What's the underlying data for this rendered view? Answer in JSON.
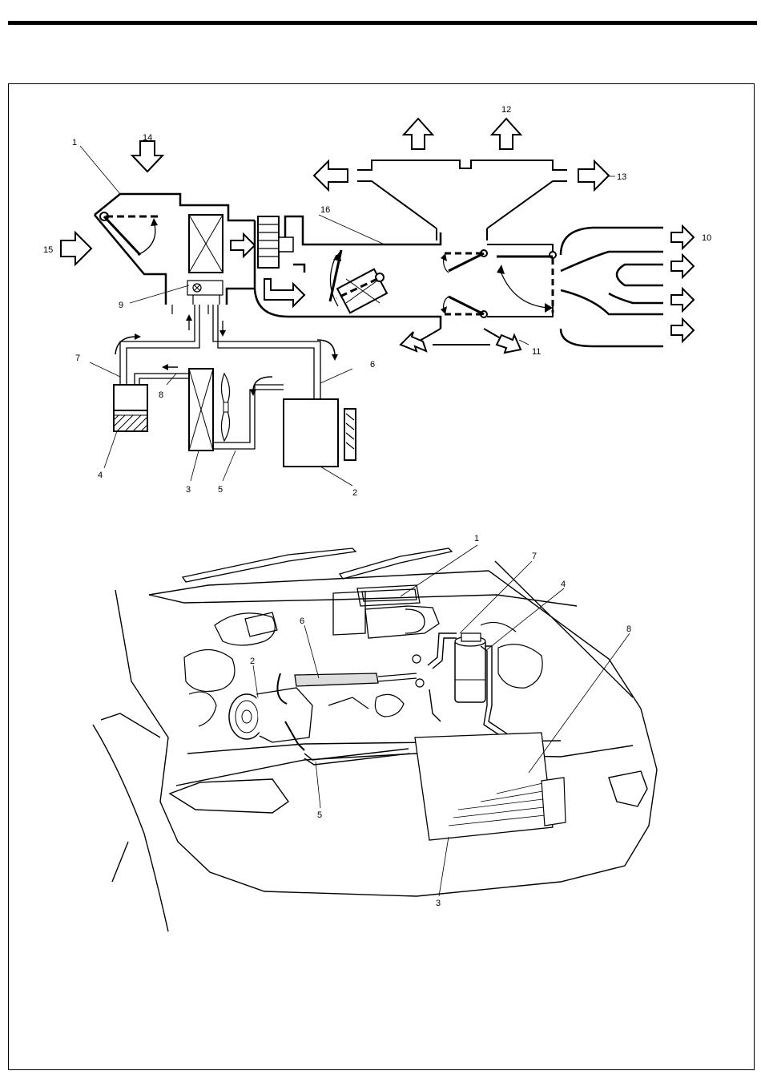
{
  "schematic": {
    "labels": {
      "heater_unit": "1",
      "compressor": "2",
      "condenser": "3",
      "receiver_drier": "4",
      "liquid_pipe": "5",
      "suction_hose": "6",
      "discharge_pipe": "7",
      "pipe_8": "8",
      "expansion_valve": "9",
      "vent_outlet": "10",
      "foot_outlet": "11",
      "defroster_outlet": "12",
      "side_outlet": "13",
      "fresh_air_inlet": "14",
      "recirc_air_inlet": "15",
      "air_mix_door": "16"
    }
  },
  "engine_bay": {
    "labels": {
      "heater_unit": "1",
      "compressor": "2",
      "condenser": "3",
      "receiver_drier": "4",
      "liquid_pipe": "5",
      "suction_hose": "6",
      "discharge_pipe": "7",
      "pipe_8": "8"
    }
  }
}
